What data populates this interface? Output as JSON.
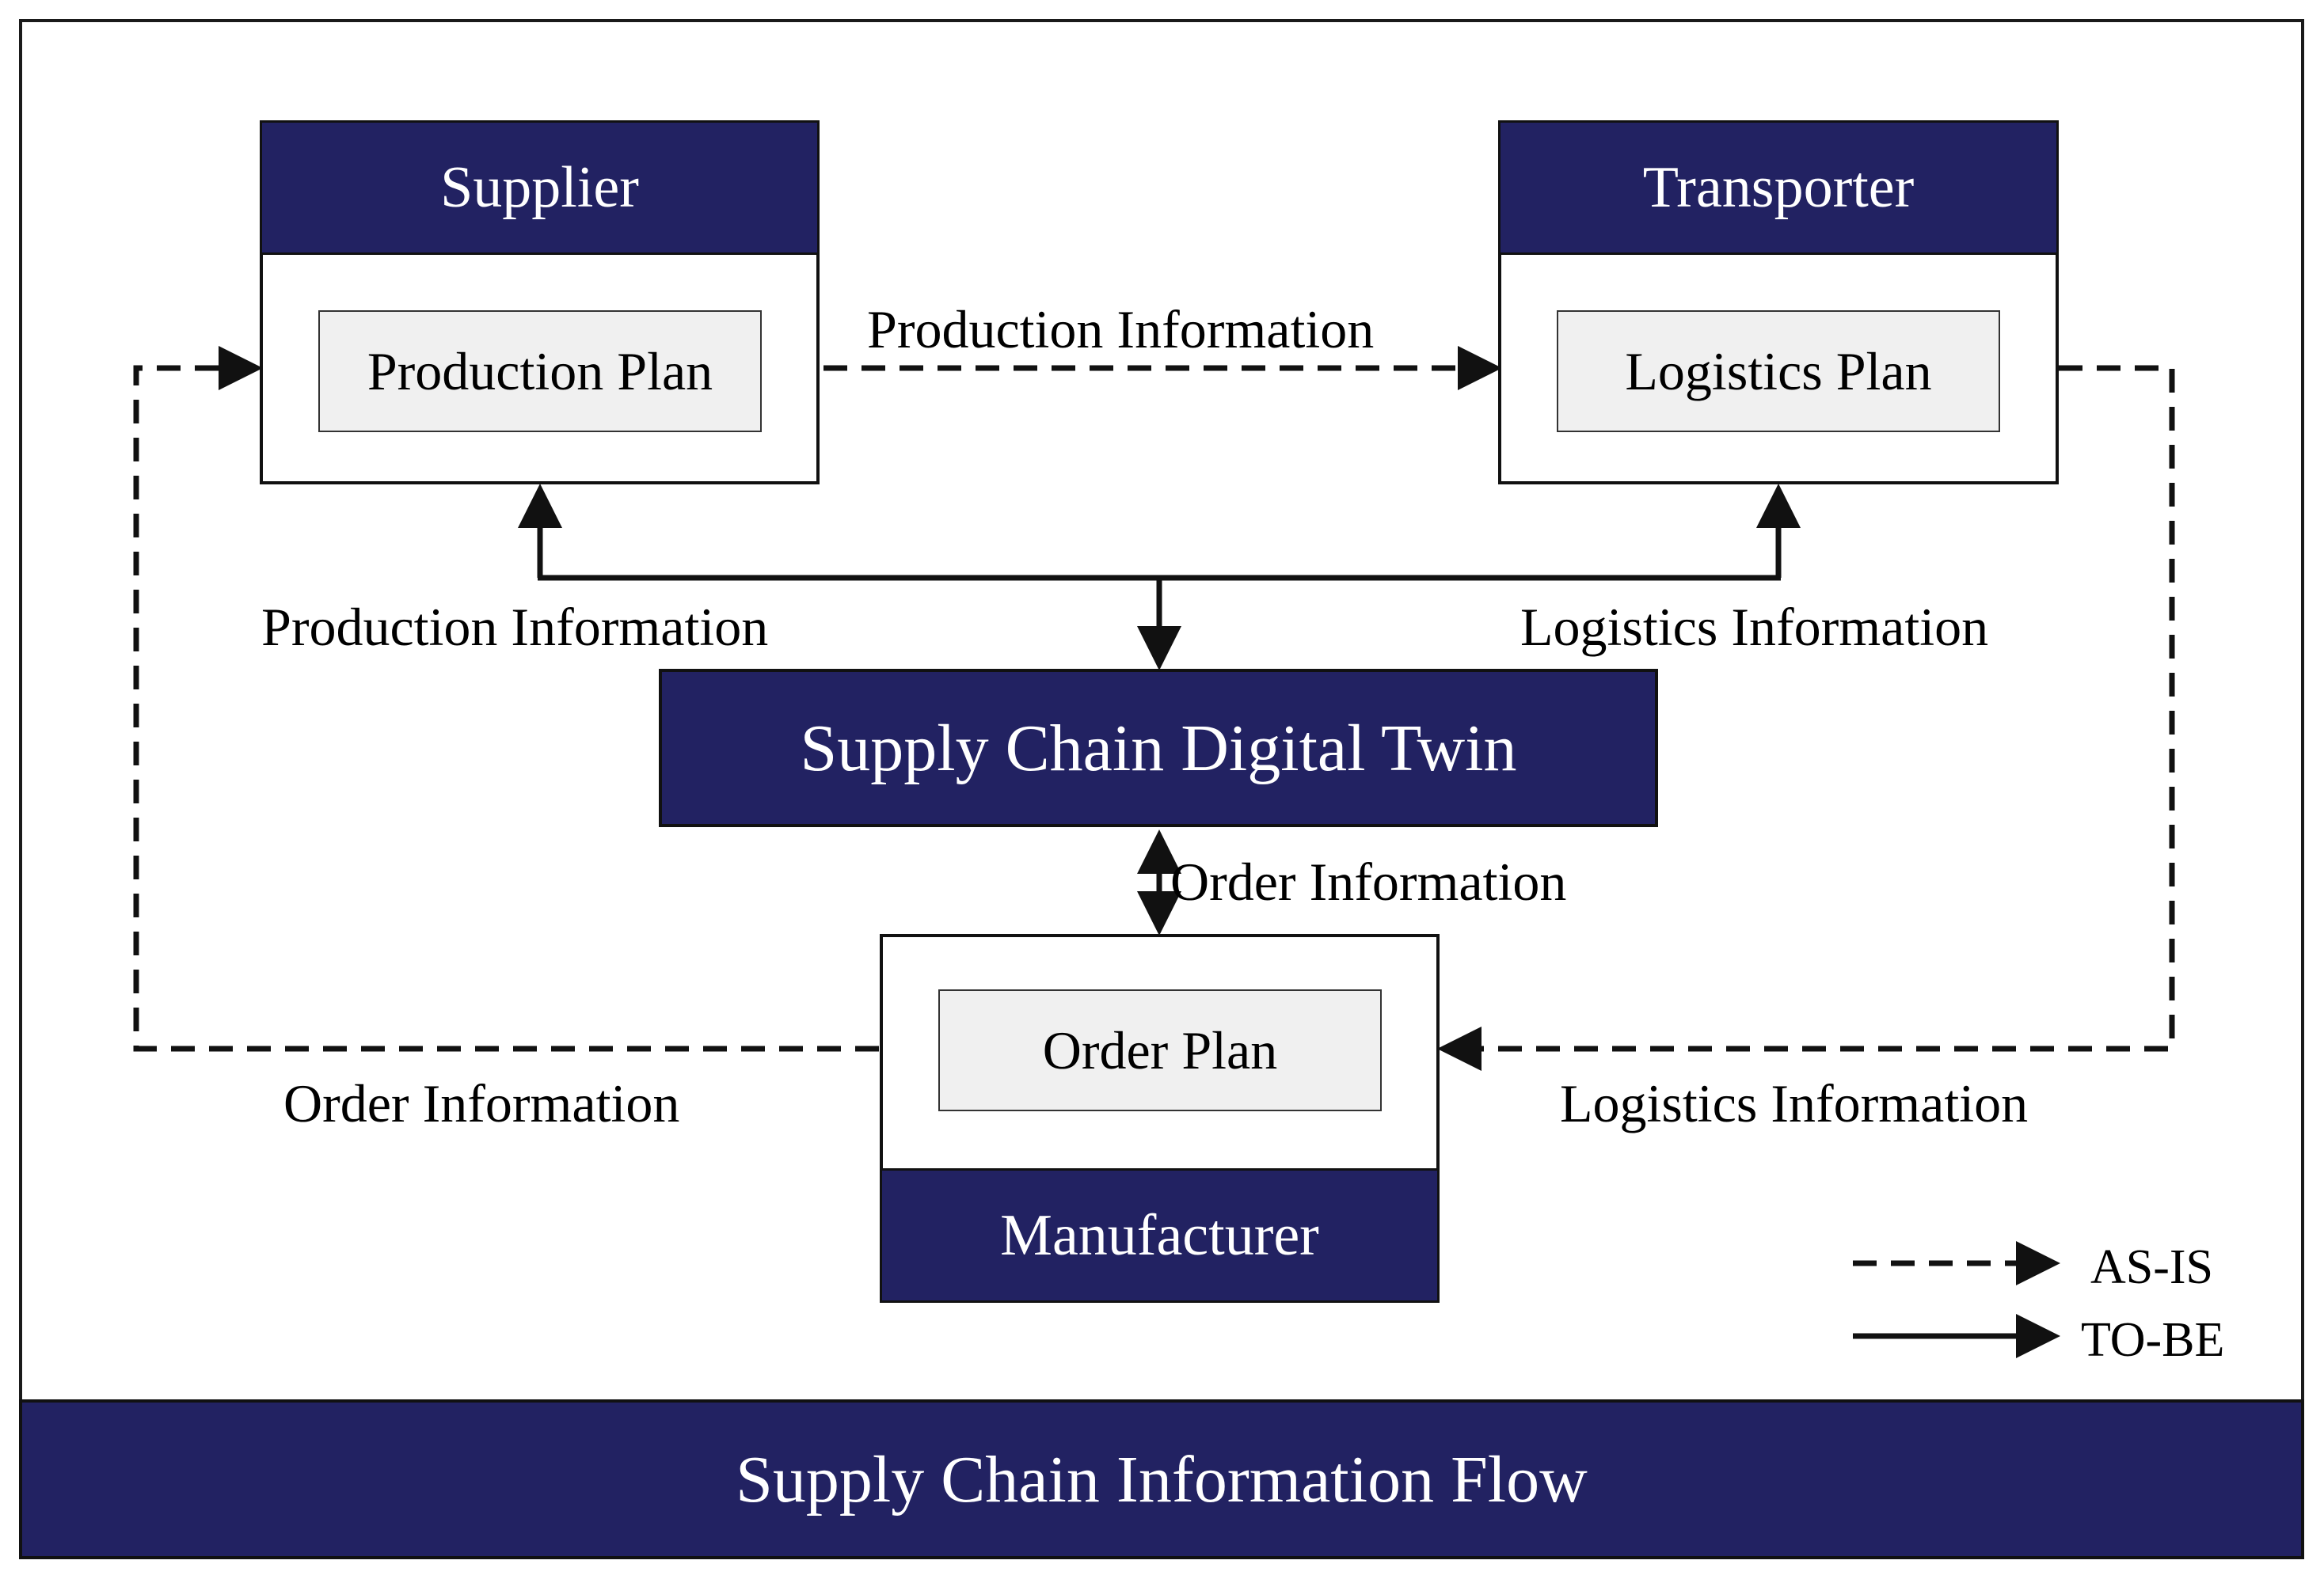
{
  "colors": {
    "header_fill": "#222262",
    "inner_fill": "#f0f0f0",
    "line": "#111111"
  },
  "supplier": {
    "title": "Supplier",
    "plan": "Production Plan"
  },
  "transporter": {
    "title": "Transporter",
    "plan": "Logistics Plan"
  },
  "manufacturer": {
    "title": "Manufacturer",
    "plan": "Order Plan"
  },
  "digital_twin": {
    "title": "Supply Chain Digital Twin"
  },
  "flows": {
    "supplier_to_transporter": "Production Information",
    "twin_to_supplier": "Production Information",
    "twin_to_transporter": "Logistics Information",
    "twin_manufacturer": "Order Information",
    "manufacturer_to_supplier": "Order Information",
    "transporter_to_manufacturer": "Logistics Information"
  },
  "legend": {
    "dashed": "AS-IS",
    "solid": "TO-BE"
  },
  "footer": {
    "title": "Supply Chain Information Flow"
  }
}
